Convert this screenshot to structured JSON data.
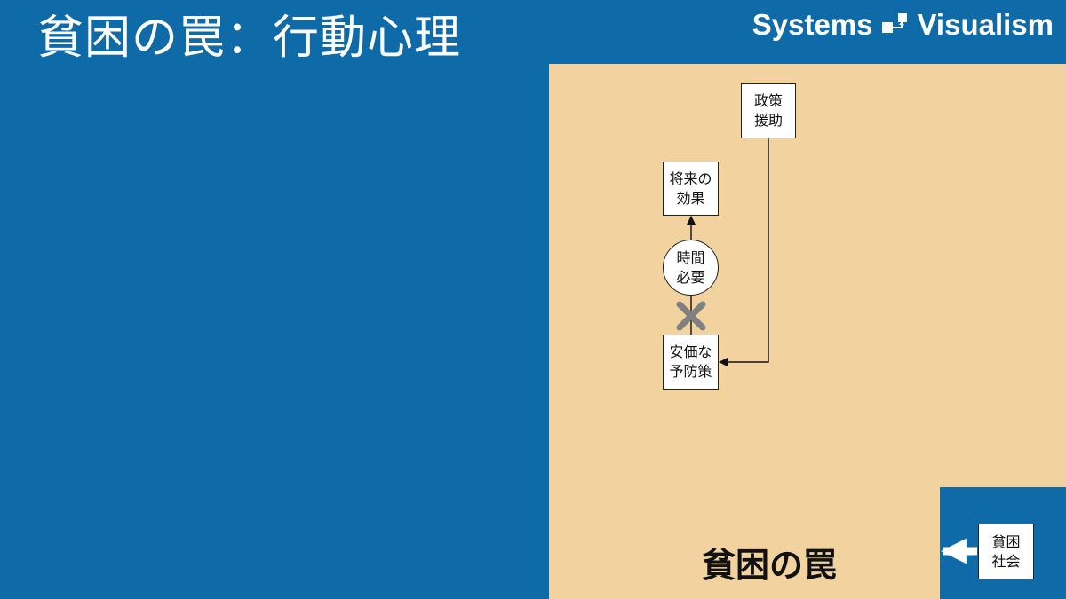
{
  "slide": {
    "title": "貧困の罠：行動心理",
    "brand": "Systems Visualism"
  },
  "colors": {
    "background": "#0f6aa8",
    "panel": "#f2d39f",
    "node_fill": "#ffffff",
    "block_mark": "#808080"
  },
  "diagram": {
    "nodes": {
      "policy_aid": "政策\n援助",
      "future_effect": "将来の\n効果",
      "time_needed": "時間\n必要",
      "cheap_prevention": "安価な\n予防策",
      "poverty_society": "貧困\n社会"
    },
    "trap_label": "貧困の罠",
    "block_mark_icon": "cross-mark-icon"
  }
}
